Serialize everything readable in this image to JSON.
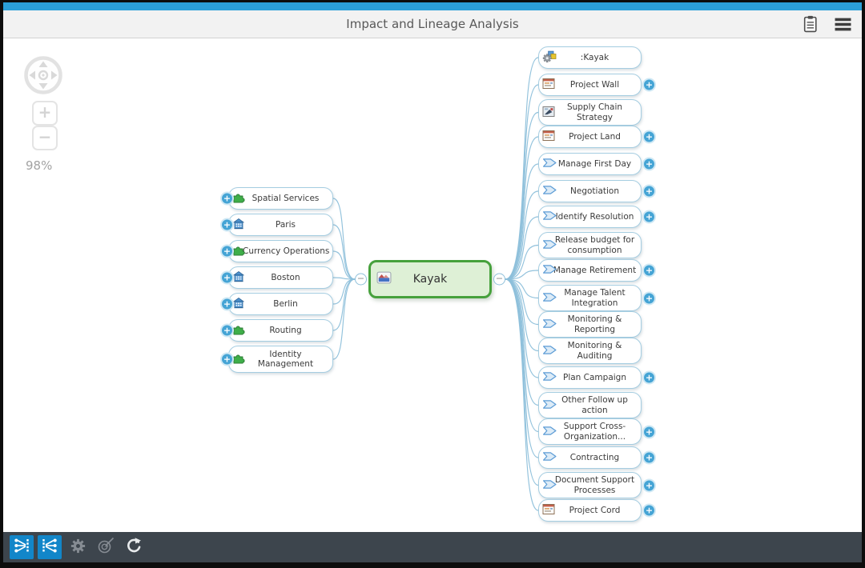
{
  "header": {
    "title": "Impact and Lineage Analysis",
    "icons": [
      {
        "name": "clipboard-icon"
      },
      {
        "name": "menu-icon"
      }
    ]
  },
  "zoom_controls": {
    "level": "98%",
    "zoom_in_glyph": "+",
    "zoom_out_glyph": "−",
    "pan_icon": "pan-compass-icon"
  },
  "diagram": {
    "expand_glyph": "+",
    "collapse_glyph": "−",
    "center_node": {
      "label": "Kayak",
      "icon": "model-icon"
    },
    "left_nodes": [
      {
        "label": "Spatial Services",
        "icon": "puzzle-icon",
        "expandable": true
      },
      {
        "label": "Paris",
        "icon": "building-icon",
        "expandable": true
      },
      {
        "label": "Currency Operations",
        "icon": "puzzle-icon",
        "expandable": true
      },
      {
        "label": "Boston",
        "icon": "building-icon",
        "expandable": true
      },
      {
        "label": "Berlin",
        "icon": "building-icon",
        "expandable": true
      },
      {
        "label": "Routing",
        "icon": "puzzle-icon",
        "expandable": true
      },
      {
        "label": "Identity Management",
        "icon": "puzzle-icon",
        "expandable": true
      }
    ],
    "right_nodes": [
      {
        "label": ":Kayak",
        "icon": "gear-model-icon",
        "expandable": false
      },
      {
        "label": "Project Wall",
        "icon": "project-icon",
        "expandable": true
      },
      {
        "label": "Supply Chain Strategy",
        "icon": "strategy-icon",
        "expandable": false
      },
      {
        "label": "Project Land",
        "icon": "project-icon",
        "expandable": true
      },
      {
        "label": "Manage First Day",
        "icon": "process-arrow-icon",
        "expandable": true
      },
      {
        "label": "Negotiation",
        "icon": "process-arrow-icon",
        "expandable": true
      },
      {
        "label": "Identify Resolution",
        "icon": "process-arrow-icon",
        "expandable": true
      },
      {
        "label": "Release budget for consumption",
        "icon": "process-arrow-icon",
        "expandable": false
      },
      {
        "label": "Manage Retirement",
        "icon": "process-arrow-icon",
        "expandable": true
      },
      {
        "label": "Manage Talent Integration",
        "icon": "process-arrow-icon",
        "expandable": true
      },
      {
        "label": "Monitoring & Reporting",
        "icon": "process-arrow-icon",
        "expandable": false
      },
      {
        "label": "Monitoring & Auditing",
        "icon": "process-arrow-icon",
        "expandable": false
      },
      {
        "label": "Plan Campaign",
        "icon": "process-arrow-icon",
        "expandable": true
      },
      {
        "label": "Other Follow up action",
        "icon": "process-arrow-icon",
        "expandable": false
      },
      {
        "label": "Support Cross-Organization...",
        "icon": "process-arrow-icon",
        "expandable": true
      },
      {
        "label": "Contracting",
        "icon": "process-arrow-icon",
        "expandable": true
      },
      {
        "label": "Document Support Processes",
        "icon": "process-arrow-icon",
        "expandable": true
      },
      {
        "label": "Project Cord",
        "icon": "project-icon",
        "expandable": true
      }
    ]
  },
  "toolbar": {
    "buttons": [
      {
        "name": "fan-in-layout",
        "icon": "fan-in-icon",
        "active": true
      },
      {
        "name": "fan-out-layout",
        "icon": "fan-out-icon",
        "active": true
      },
      {
        "name": "settings",
        "icon": "gear-icon",
        "active": false
      },
      {
        "name": "focus-target",
        "icon": "target-icon",
        "active": false
      },
      {
        "name": "refresh",
        "icon": "refresh-icon",
        "active": false
      }
    ]
  },
  "colors": {
    "accent_blue": "#2b9fd8",
    "node_border": "#a5cde1",
    "wire": "#8cbfda",
    "center_border": "#46a13c",
    "center_fill": "#def0d6",
    "expand_badge": "#45a4d5",
    "toolbar_bg": "#3d454d",
    "toolbar_active": "#1286c9"
  }
}
